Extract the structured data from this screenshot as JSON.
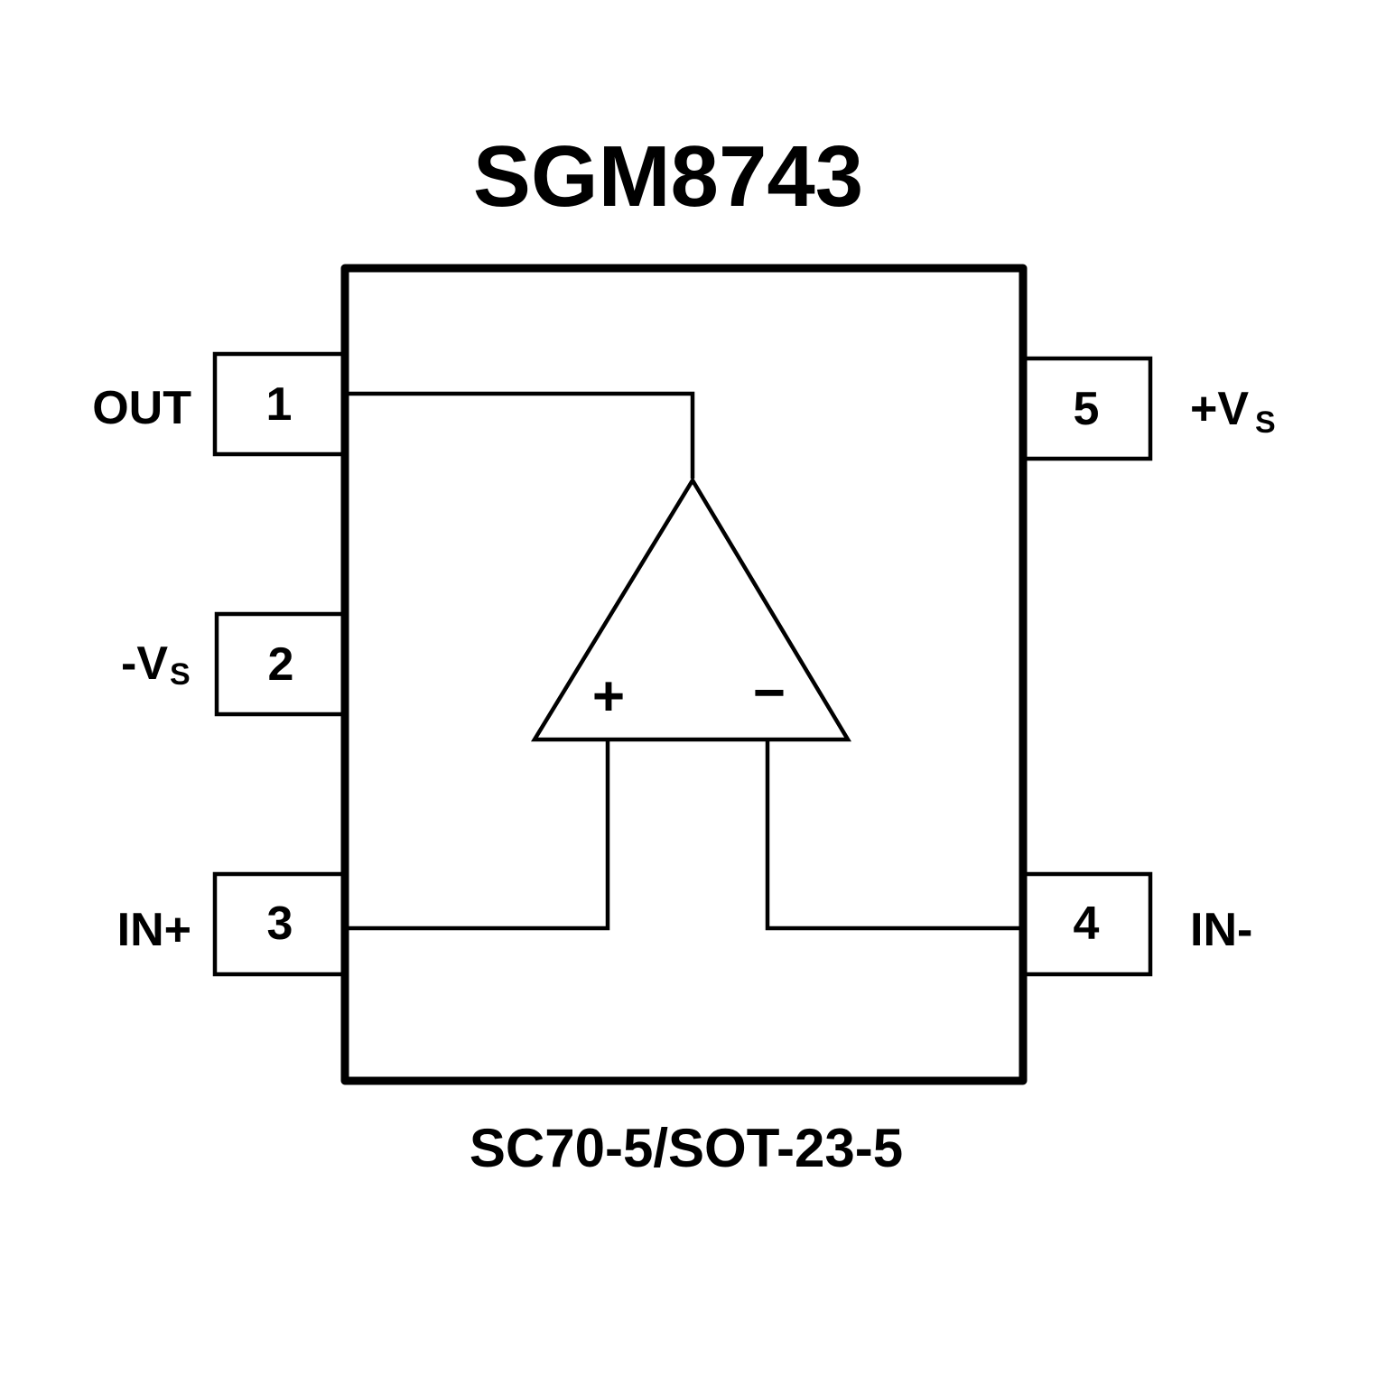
{
  "title": "SGM8743",
  "package": "SC70-5/SOT-23-5",
  "pins": [
    {
      "num": "1",
      "label": "OUT",
      "sub": ""
    },
    {
      "num": "2",
      "label": "-V",
      "sub": "S"
    },
    {
      "num": "3",
      "label": "IN+",
      "sub": ""
    },
    {
      "num": "4",
      "label": "IN-",
      "sub": ""
    },
    {
      "num": "5",
      "label": "+V",
      "sub": "S"
    }
  ],
  "opamp": {
    "plus": "+",
    "minus": "−"
  }
}
